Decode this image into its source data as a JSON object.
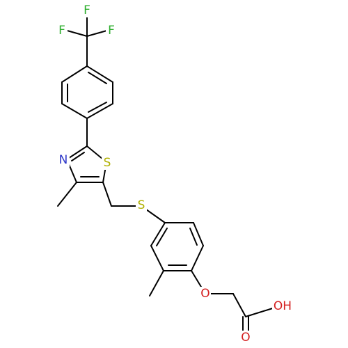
{
  "molecule": {
    "atoms": {
      "F1": "F",
      "F2": "F",
      "F3": "F",
      "N": "N",
      "S_ring": "S",
      "S_thioether": "S",
      "O_ether": "O",
      "O_carbonyl": "O",
      "OH": "OH"
    }
  },
  "colors": {
    "bond": "#000000",
    "F": "#2dae2d",
    "N": "#2d36c8",
    "S": "#b0b000",
    "O": "#d42020"
  }
}
